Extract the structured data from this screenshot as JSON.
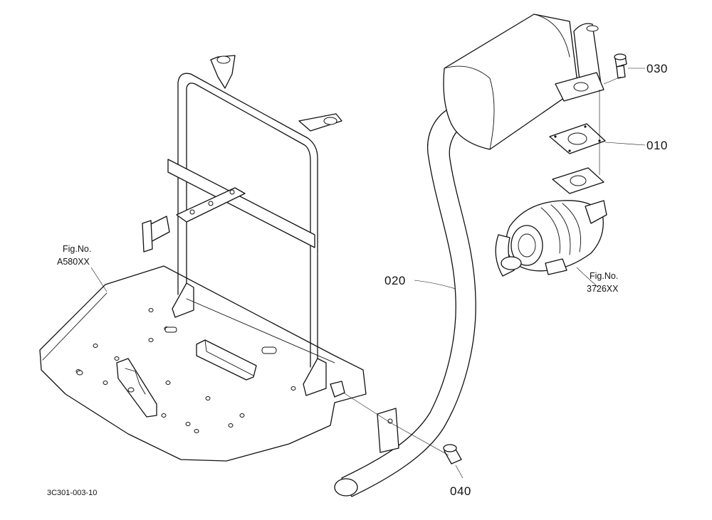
{
  "diagram": {
    "drawing_code": "3C301-003-10",
    "parts": [
      {
        "id": "p010",
        "label": "010"
      },
      {
        "id": "p020",
        "label": "020"
      },
      {
        "id": "p030",
        "label": "030"
      },
      {
        "id": "p040",
        "label": "040"
      }
    ],
    "references": [
      {
        "id": "ref-left",
        "line1": "Fig.No.",
        "line2": "A580XX"
      },
      {
        "id": "ref-right",
        "line1": "Fig.No.",
        "line2": "3726XX"
      }
    ]
  }
}
